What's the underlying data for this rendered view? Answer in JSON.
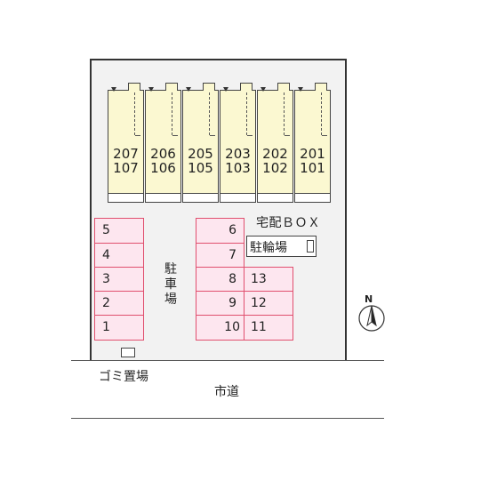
{
  "units": [
    {
      "upper": "207",
      "lower": "107"
    },
    {
      "upper": "206",
      "lower": "106"
    },
    {
      "upper": "205",
      "lower": "105"
    },
    {
      "upper": "203",
      "lower": "103"
    },
    {
      "upper": "202",
      "lower": "102"
    },
    {
      "upper": "201",
      "lower": "101"
    }
  ],
  "parking": {
    "left_column": [
      "5",
      "4",
      "3",
      "2",
      "1"
    ],
    "middle_column": [
      "6",
      "7",
      "8",
      "9",
      "10"
    ],
    "right_column": [
      "13",
      "12",
      "11"
    ],
    "label": "駐車場"
  },
  "labels": {
    "delivery_box": "宅配ＢＯＸ",
    "bike_parking": "駐輪場",
    "garbage": "ゴミ置場",
    "road": "市道",
    "north": "N"
  }
}
